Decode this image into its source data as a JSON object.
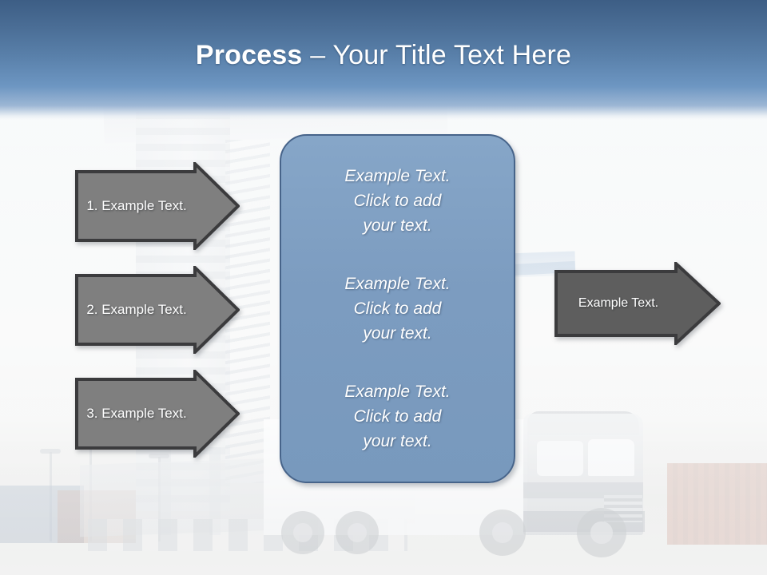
{
  "slide": {
    "title_strong": "Process",
    "title_rest": " – Your Title Text Here",
    "background_description": "shipping-port-truck-photo"
  },
  "colors": {
    "header_top": "#3d5e85",
    "header_bottom": "#9cb6d4",
    "panel_fill": "#7c9cc0",
    "panel_border": "#47648a",
    "arrow_left_fill": "#7f7f7f",
    "arrow_right_fill": "#5e5e5e",
    "arrow_border": "#3b3b3d",
    "text_white": "#ffffff"
  },
  "input_arrows": [
    {
      "label": "1. Example Text."
    },
    {
      "label": "2. Example Text."
    },
    {
      "label": "3. Example Text."
    }
  ],
  "center_panel": {
    "blocks": [
      {
        "text": "Example Text.\nClick  to add\nyour text."
      },
      {
        "text": "Example Text.\nClick  to add\nyour text."
      },
      {
        "text": "Example Text.\nClick  to add\nyour text."
      }
    ]
  },
  "output_arrow": {
    "label": "Example Text."
  }
}
